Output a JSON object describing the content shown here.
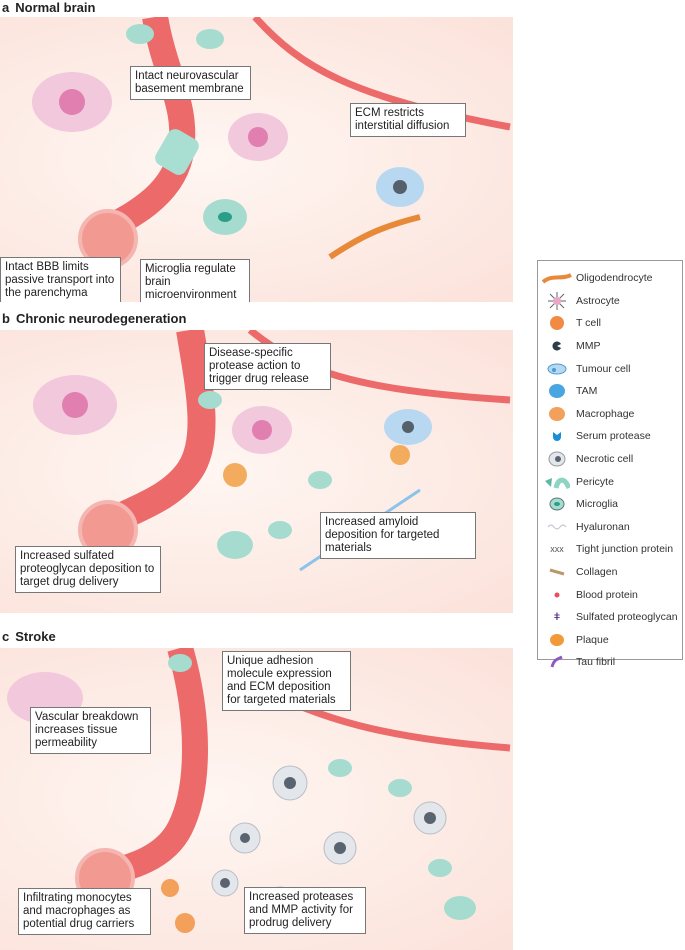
{
  "panels": [
    {
      "letter": "a",
      "title": "Normal brain",
      "callouts": [
        "Intact neurovascular basement membrane",
        "ECM restricts interstitial diffusion",
        "Intact BBB limits passive transport into the parenchyma",
        "Microglia regulate brain microenvironment"
      ]
    },
    {
      "letter": "b",
      "title": "Chronic neurodegeneration",
      "callouts": [
        "Disease-specific protease action to trigger drug release",
        "Increased amyloid deposition for targeted materials",
        "Increased sulfated proteoglycan deposition to target drug delivery"
      ]
    },
    {
      "letter": "c",
      "title": "Stroke",
      "callouts": [
        "Unique adhesion molecule expression and ECM deposition for targeted materials",
        "Vascular breakdown increases tissue permeability",
        "Infiltrating monocytes and macrophages as potential drug carriers",
        "Increased proteases and MMP activity for prodrug delivery"
      ]
    }
  ],
  "legend": [
    {
      "label": "Oligodendrocyte",
      "icon": "oligodendrocyte-icon",
      "color": "#e8893a"
    },
    {
      "label": "Astrocyte",
      "icon": "astrocyte-icon",
      "color": "#e9a6c8"
    },
    {
      "label": "T cell",
      "icon": "t-cell-icon",
      "color": "#f08a45"
    },
    {
      "label": "MMP",
      "icon": "mmp-icon",
      "color": "#2d3c48"
    },
    {
      "label": "Tumour cell",
      "icon": "tumour-cell-icon",
      "color": "#8cc3ea"
    },
    {
      "label": "TAM",
      "icon": "tam-icon",
      "color": "#4aa6e0"
    },
    {
      "label": "Macrophage",
      "icon": "macrophage-icon",
      "color": "#f2a05a"
    },
    {
      "label": "Serum protease",
      "icon": "serum-protease-icon",
      "color": "#1a8fd6"
    },
    {
      "label": "Necrotic cell",
      "icon": "necrotic-cell-icon",
      "color": "#c8ccd0"
    },
    {
      "label": "Pericyte",
      "icon": "pericyte-icon",
      "color": "#8fd3c3"
    },
    {
      "label": "Microglia",
      "icon": "microglia-icon",
      "color": "#5fb8a6"
    },
    {
      "label": "Hyaluronan",
      "icon": "hyaluronan-icon",
      "color": "#b8c4d0"
    },
    {
      "label": "Tight junction protein",
      "icon": "tight-junction-icon",
      "color": "#555555"
    },
    {
      "label": "Collagen",
      "icon": "collagen-icon",
      "color": "#b89a6a"
    },
    {
      "label": "Blood protein",
      "icon": "blood-protein-icon",
      "color": "#e8505a"
    },
    {
      "label": "Sulfated proteoglycan",
      "icon": "sulfated-proteoglycan-icon",
      "color": "#5a3c8c"
    },
    {
      "label": "Plaque",
      "icon": "plaque-icon",
      "color": "#f09a3a"
    },
    {
      "label": "Tau fibril",
      "icon": "tau-fibril-icon",
      "color": "#8a5cc0"
    }
  ]
}
